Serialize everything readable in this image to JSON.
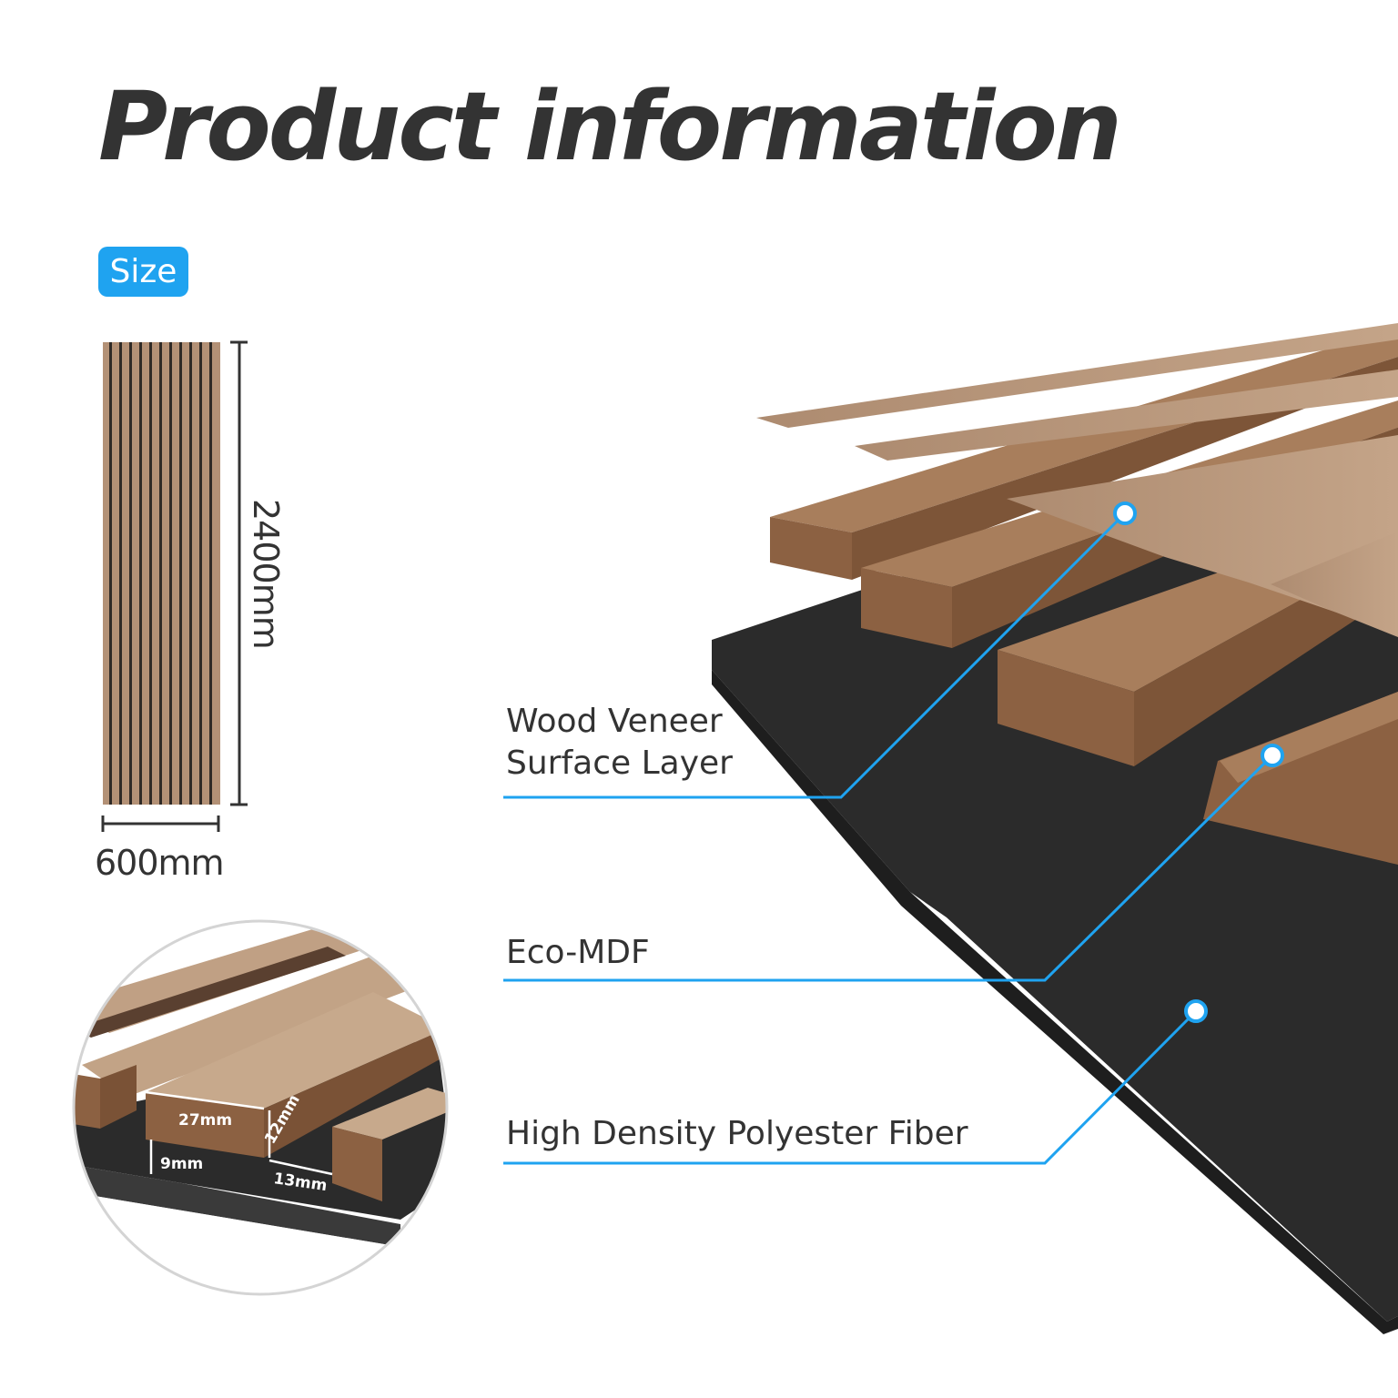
{
  "header": {
    "title": "Product information"
  },
  "size": {
    "badge_label": "Size",
    "width_label": "600mm",
    "height_label": "2400mm"
  },
  "detail": {
    "slat_width": "27mm",
    "slat_height": "12mm",
    "base_thickness": "9mm",
    "gap_width": "13mm"
  },
  "layers": {
    "wood_line1": "Wood Veneer",
    "wood_line2": "Surface Layer",
    "mdf": "Eco-MDF",
    "fiber": "High Density Polyester Fiber"
  },
  "colors": {
    "accent": "#1fa3f0",
    "wood_light": "#b39176",
    "wood_dark": "#8c6142",
    "felt": "#2b2b2b",
    "text": "#333333"
  }
}
